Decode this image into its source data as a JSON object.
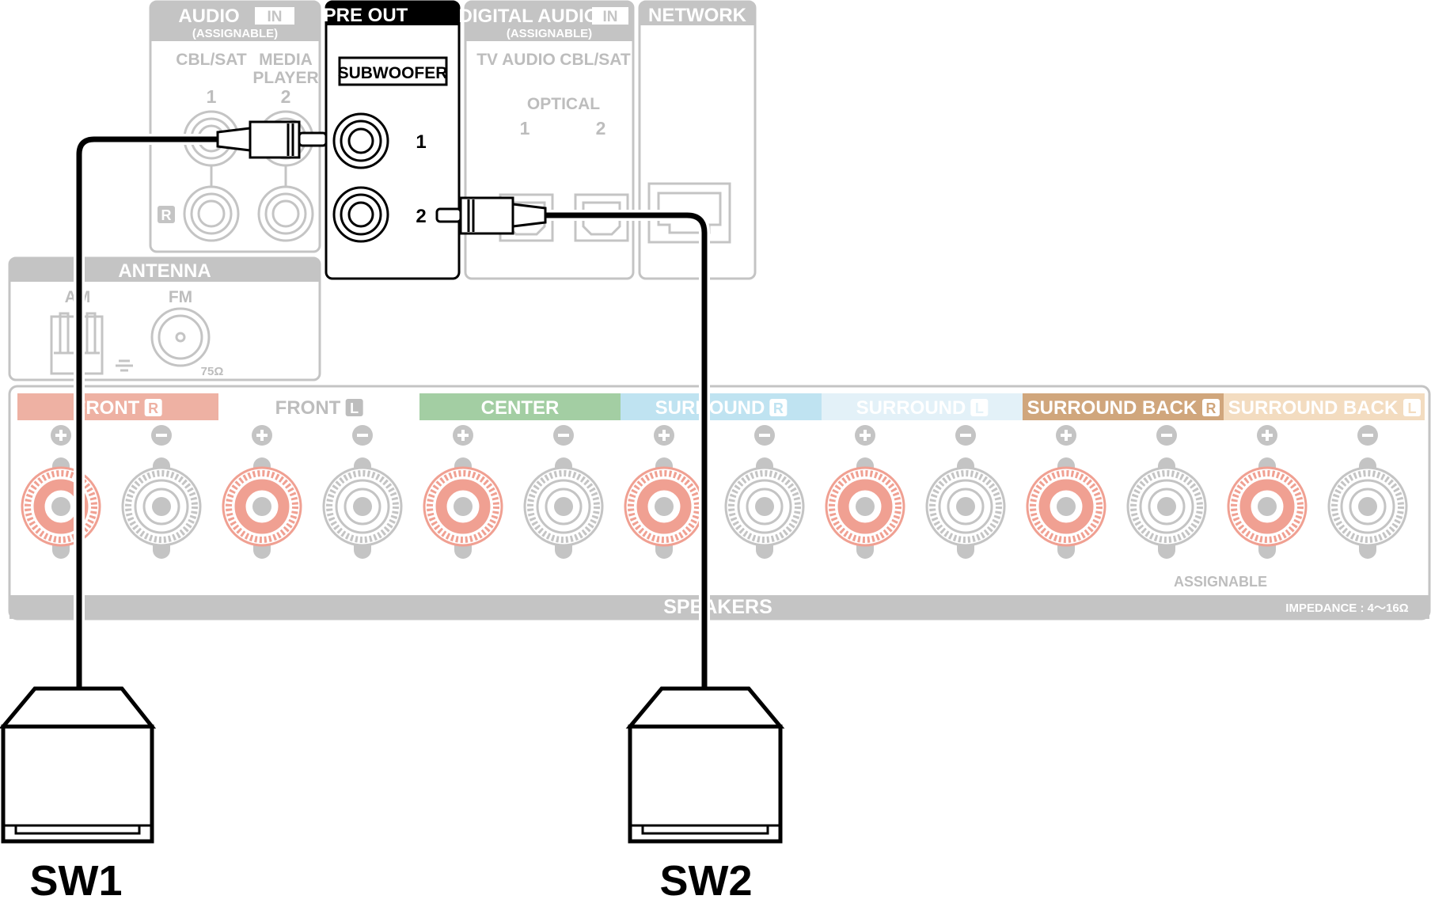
{
  "colors": {
    "panel_stroke": "#c4c4c4",
    "panel_header": "#c4c4c4",
    "panel_label": "#ffffff",
    "dim_text": "#bdbdbd",
    "cable": "#000000",
    "front_r": "#eeb1a3",
    "center": "#a3cea3",
    "surround_r": "#bfe3f1",
    "surround_l": "#e3f1f8",
    "surround_back_r": "#d0a67c",
    "surround_back_l": "#f3dcc0",
    "terminal_red": "#f0a092"
  },
  "audio_in": {
    "title": "AUDIO",
    "title_badge": "IN",
    "subtitle": "(ASSIGNABLE)",
    "col1_label": "CBL/SAT",
    "col2_label_line1": "MEDIA",
    "col2_label_line2": "PLAYER",
    "col1_number": "1",
    "col2_number": "2",
    "row_r_badge": "R"
  },
  "pre_out": {
    "title": "PRE OUT",
    "subwoofer_label": "SUBWOOFER",
    "jack1_number": "1",
    "jack2_number": "2"
  },
  "digital_audio_in": {
    "title": "DIGITAL AUDIO",
    "title_badge": "IN",
    "subtitle": "(ASSIGNABLE)",
    "col1_label": "TV AUDIO",
    "col2_label": "CBL/SAT",
    "optical_label": "OPTICAL",
    "col1_number": "1",
    "col2_number": "2"
  },
  "network": {
    "title": "NETWORK"
  },
  "antenna": {
    "title": "ANTENNA",
    "am_label": "AM",
    "fm_label": "FM",
    "fm_impedance": "75Ω"
  },
  "speakers": {
    "title": "SPEAKERS",
    "assignable": "ASSIGNABLE",
    "impedance": "IMPEDANCE : 4～16Ω",
    "channels": [
      {
        "label": "FRONT",
        "badge": "R",
        "color_key": "front_r"
      },
      {
        "label": "FRONT",
        "badge": "L",
        "color_key": ""
      },
      {
        "label": "CENTER",
        "badge": "",
        "color_key": "center"
      },
      {
        "label": "SURROUND",
        "badge": "R",
        "color_key": "surround_r"
      },
      {
        "label": "SURROUND",
        "badge": "L",
        "color_key": "surround_l"
      },
      {
        "label": "SURROUND BACK",
        "badge": "R",
        "color_key": "surround_back_r"
      },
      {
        "label": "SURROUND BACK",
        "badge": "L",
        "color_key": "surround_back_l"
      }
    ]
  },
  "subwoofers": [
    {
      "label": "SW1"
    },
    {
      "label": "SW2"
    }
  ]
}
